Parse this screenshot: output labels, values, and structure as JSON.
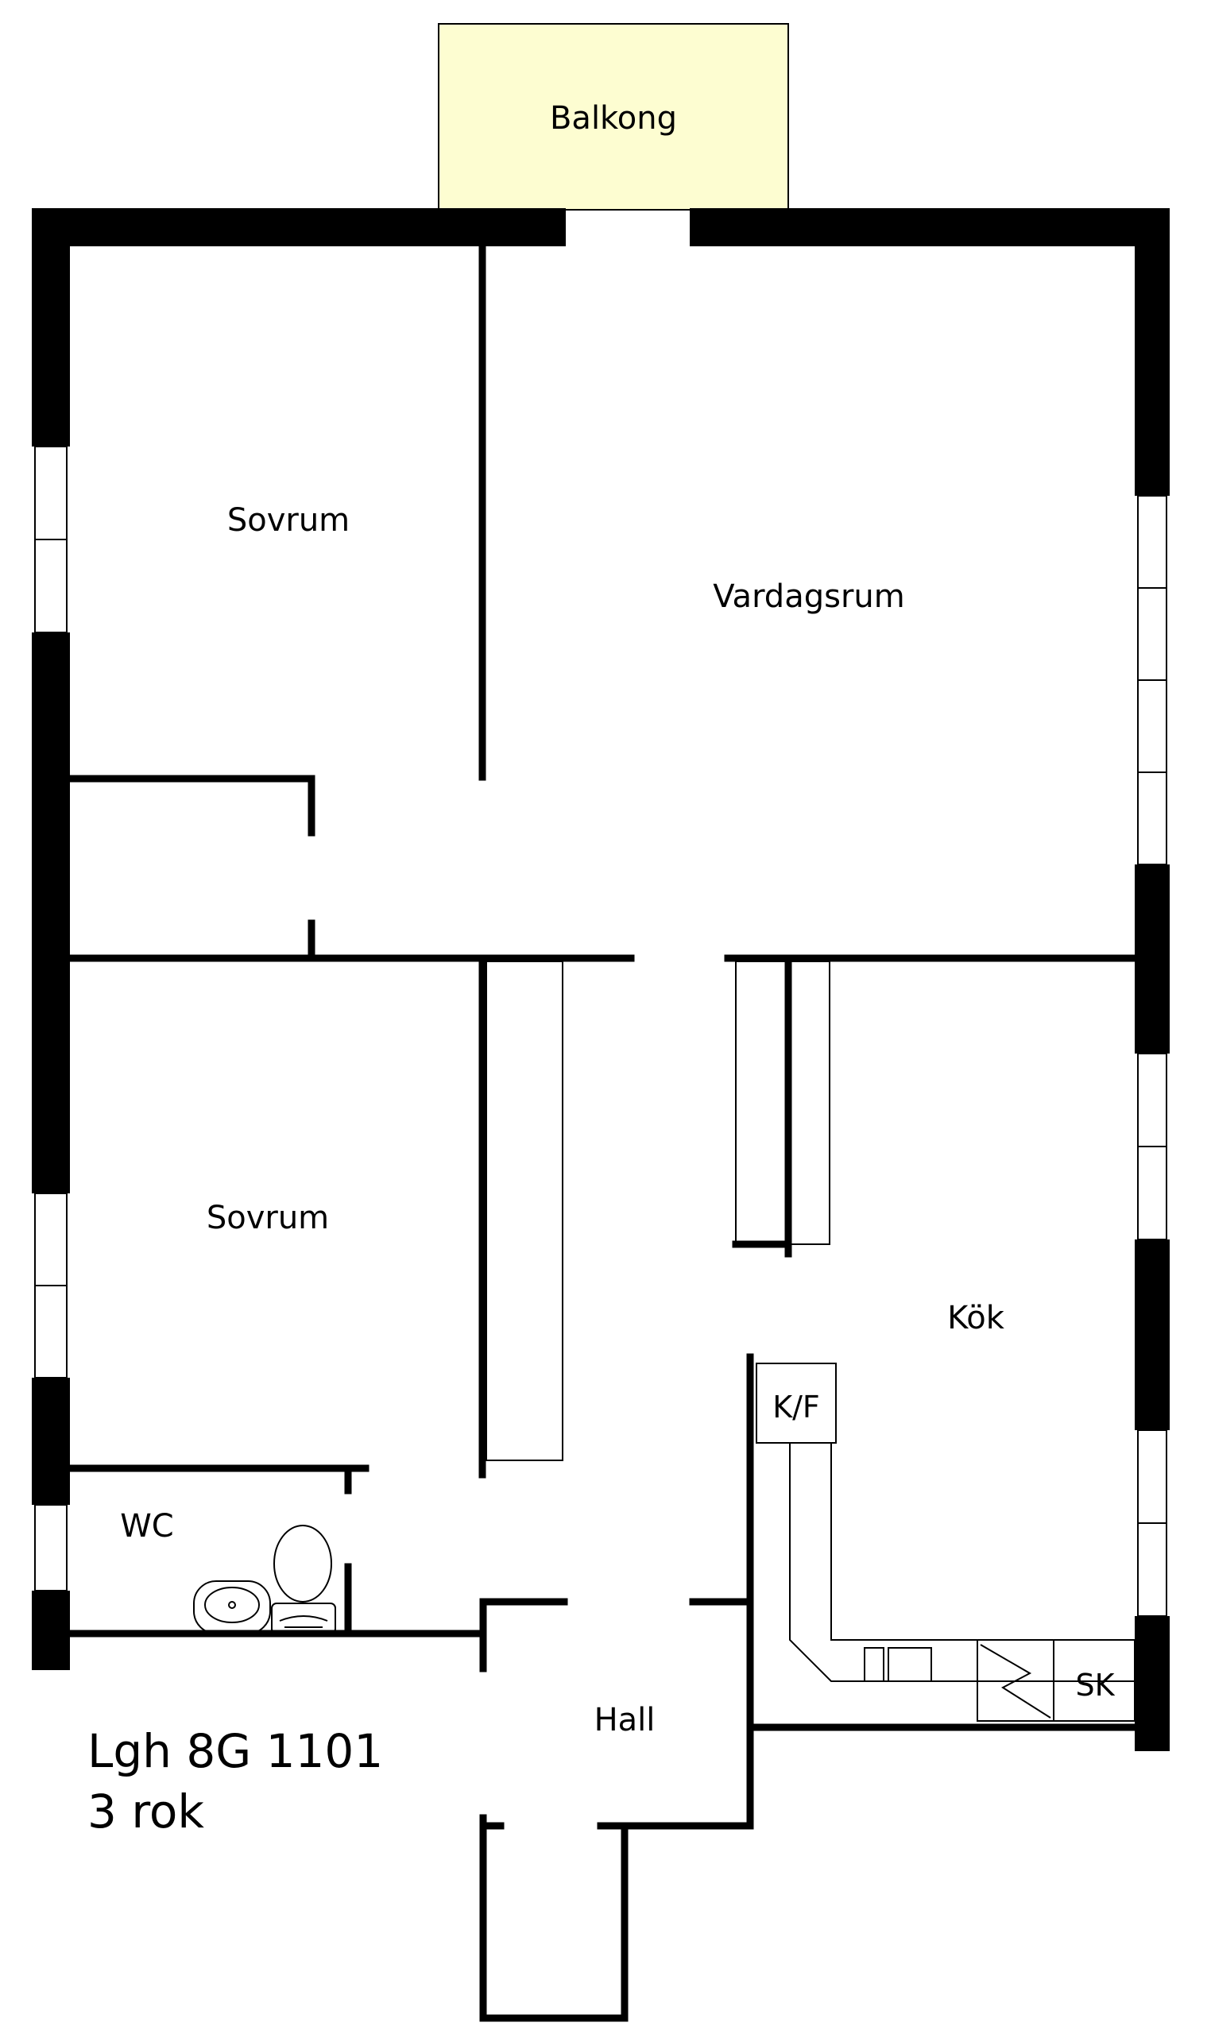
{
  "colors": {
    "wall": "#000000",
    "balcony_fill": "#fdfdd1",
    "background": "#ffffff"
  },
  "rooms": {
    "balkong": "Balkong",
    "sovrum_top": "Sovrum",
    "vardagsrum": "Vardagsrum",
    "sovrum_bottom": "Sovrum",
    "kok": "Kök",
    "wc": "WC",
    "hall": "Hall"
  },
  "fixtures": {
    "kf": "K/F",
    "sk": "SK"
  },
  "apartment": {
    "id": "Lgh 8G 1101",
    "type": "3 rok"
  }
}
